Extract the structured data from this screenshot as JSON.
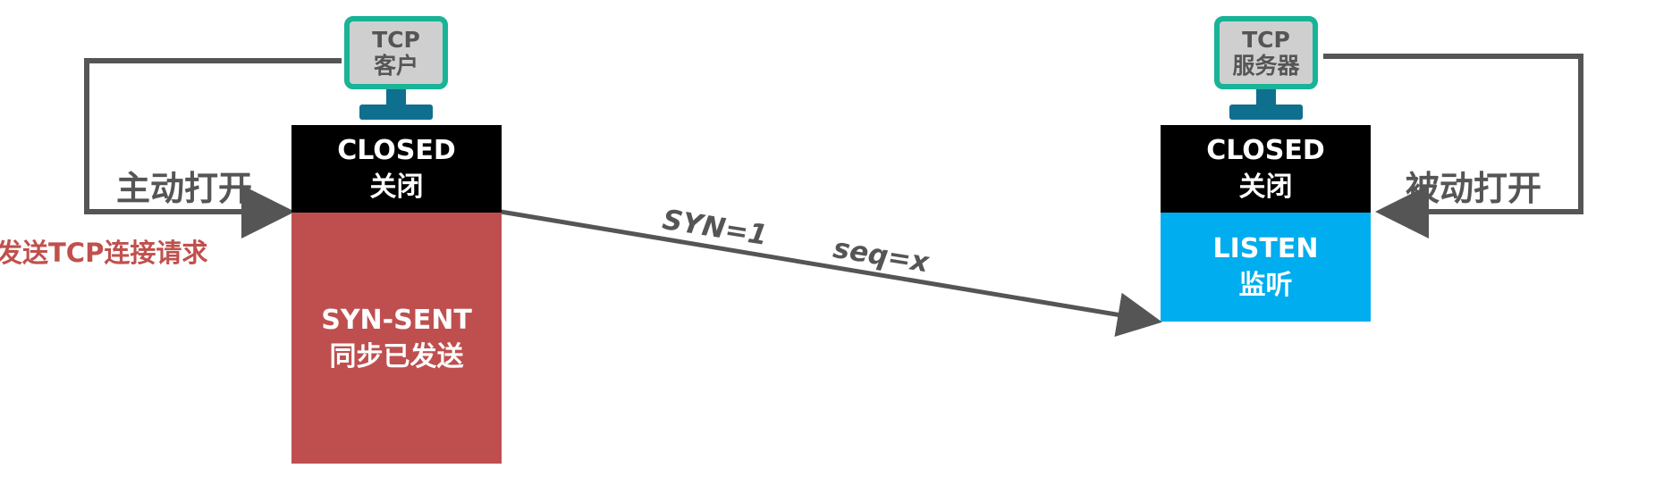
{
  "client": {
    "monitor_line1": "TCP",
    "monitor_line2": "客户",
    "state_top_en": "CLOSED",
    "state_top_zh": "关闭",
    "state_bottom_en": "SYN-SENT",
    "state_bottom_zh": "同步已发送",
    "side_label": "主动打开",
    "note": "发送TCP连接请求"
  },
  "server": {
    "monitor_line1": "TCP",
    "monitor_line2": "服务器",
    "state_top_en": "CLOSED",
    "state_top_zh": "关闭",
    "state_bottom_en": "LISTEN",
    "state_bottom_zh": "监听",
    "side_label": "被动打开"
  },
  "segment": {
    "syn": "SYN=1",
    "seq": "seq=x"
  },
  "colors": {
    "closed": "#000000",
    "syn_sent": "#bf4f4f",
    "listen": "#00adee",
    "monitor_border": "#19b397",
    "monitor_stand": "#0f6f8e",
    "arrow": "#555555",
    "note": "#c0504d"
  }
}
